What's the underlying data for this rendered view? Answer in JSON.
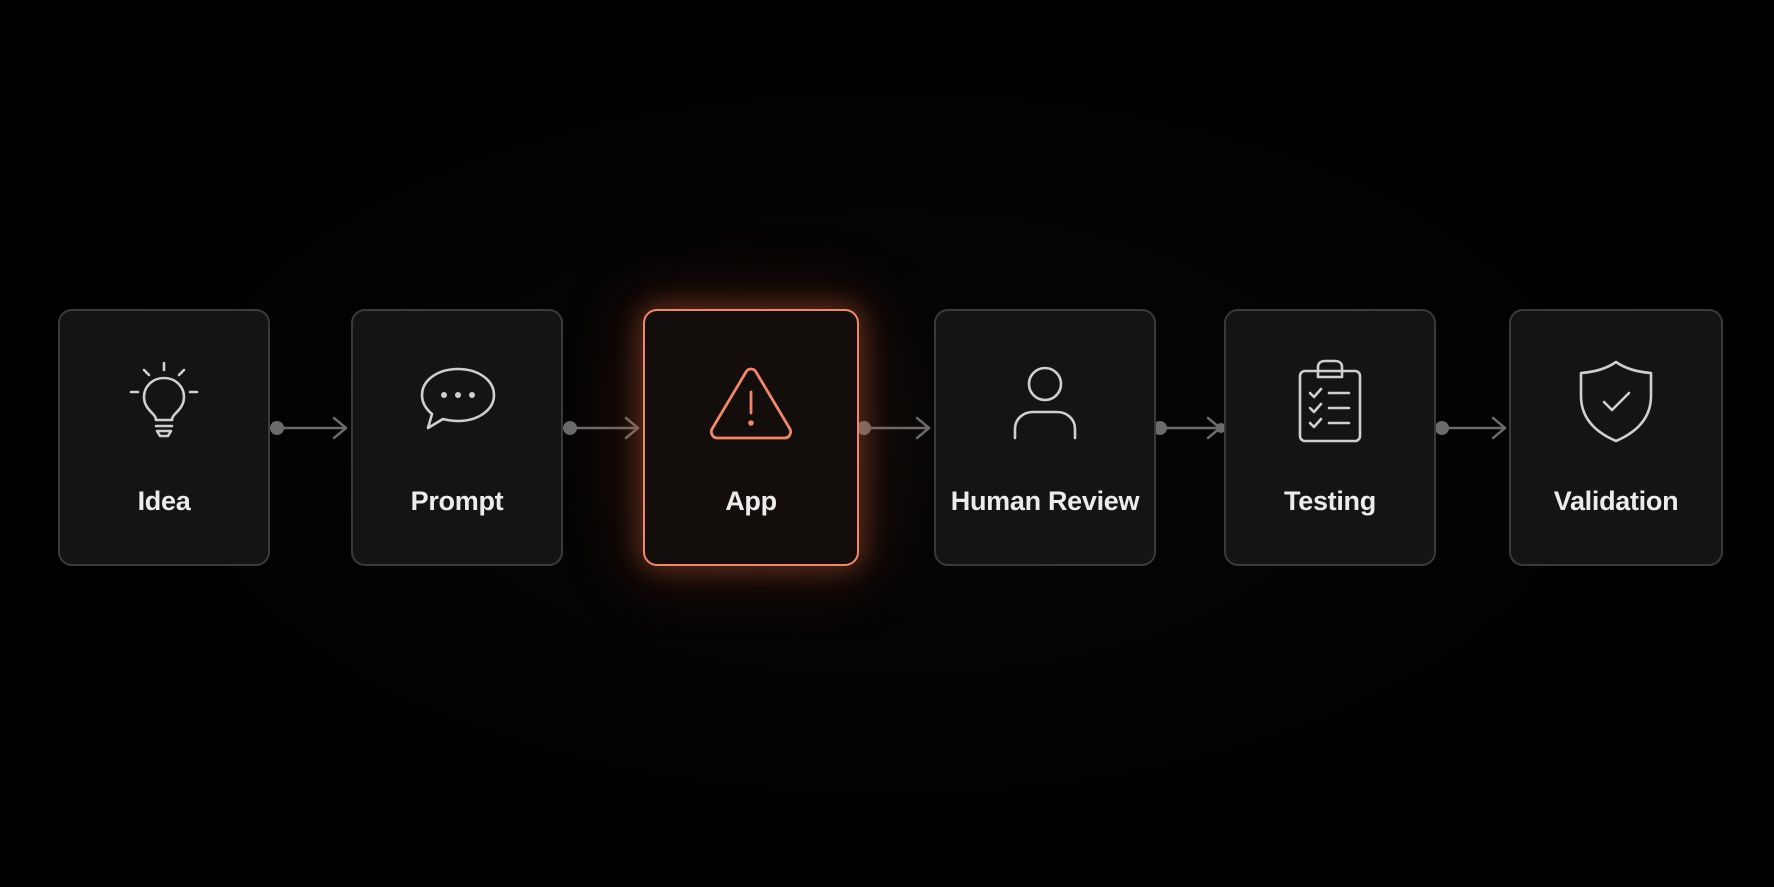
{
  "pipeline": {
    "stages": [
      {
        "label": "Idea",
        "icon": "lightbulb-icon"
      },
      {
        "label": "Prompt",
        "icon": "chat-bubble-icon"
      },
      {
        "label": "App",
        "icon": "warning-triangle-icon",
        "highlighted": true
      },
      {
        "label": "Human Review",
        "icon": "user-icon"
      },
      {
        "label": "Testing",
        "icon": "clipboard-checklist-icon"
      },
      {
        "label": "Validation",
        "icon": "shield-check-icon"
      }
    ]
  },
  "colors": {
    "background": "#000000",
    "card": "#141415",
    "card_border": "#3a3a3c",
    "icon": "#cfcfcf",
    "label": "#ececec",
    "accent": "#f0876a",
    "connector": "#6b6b6b"
  }
}
